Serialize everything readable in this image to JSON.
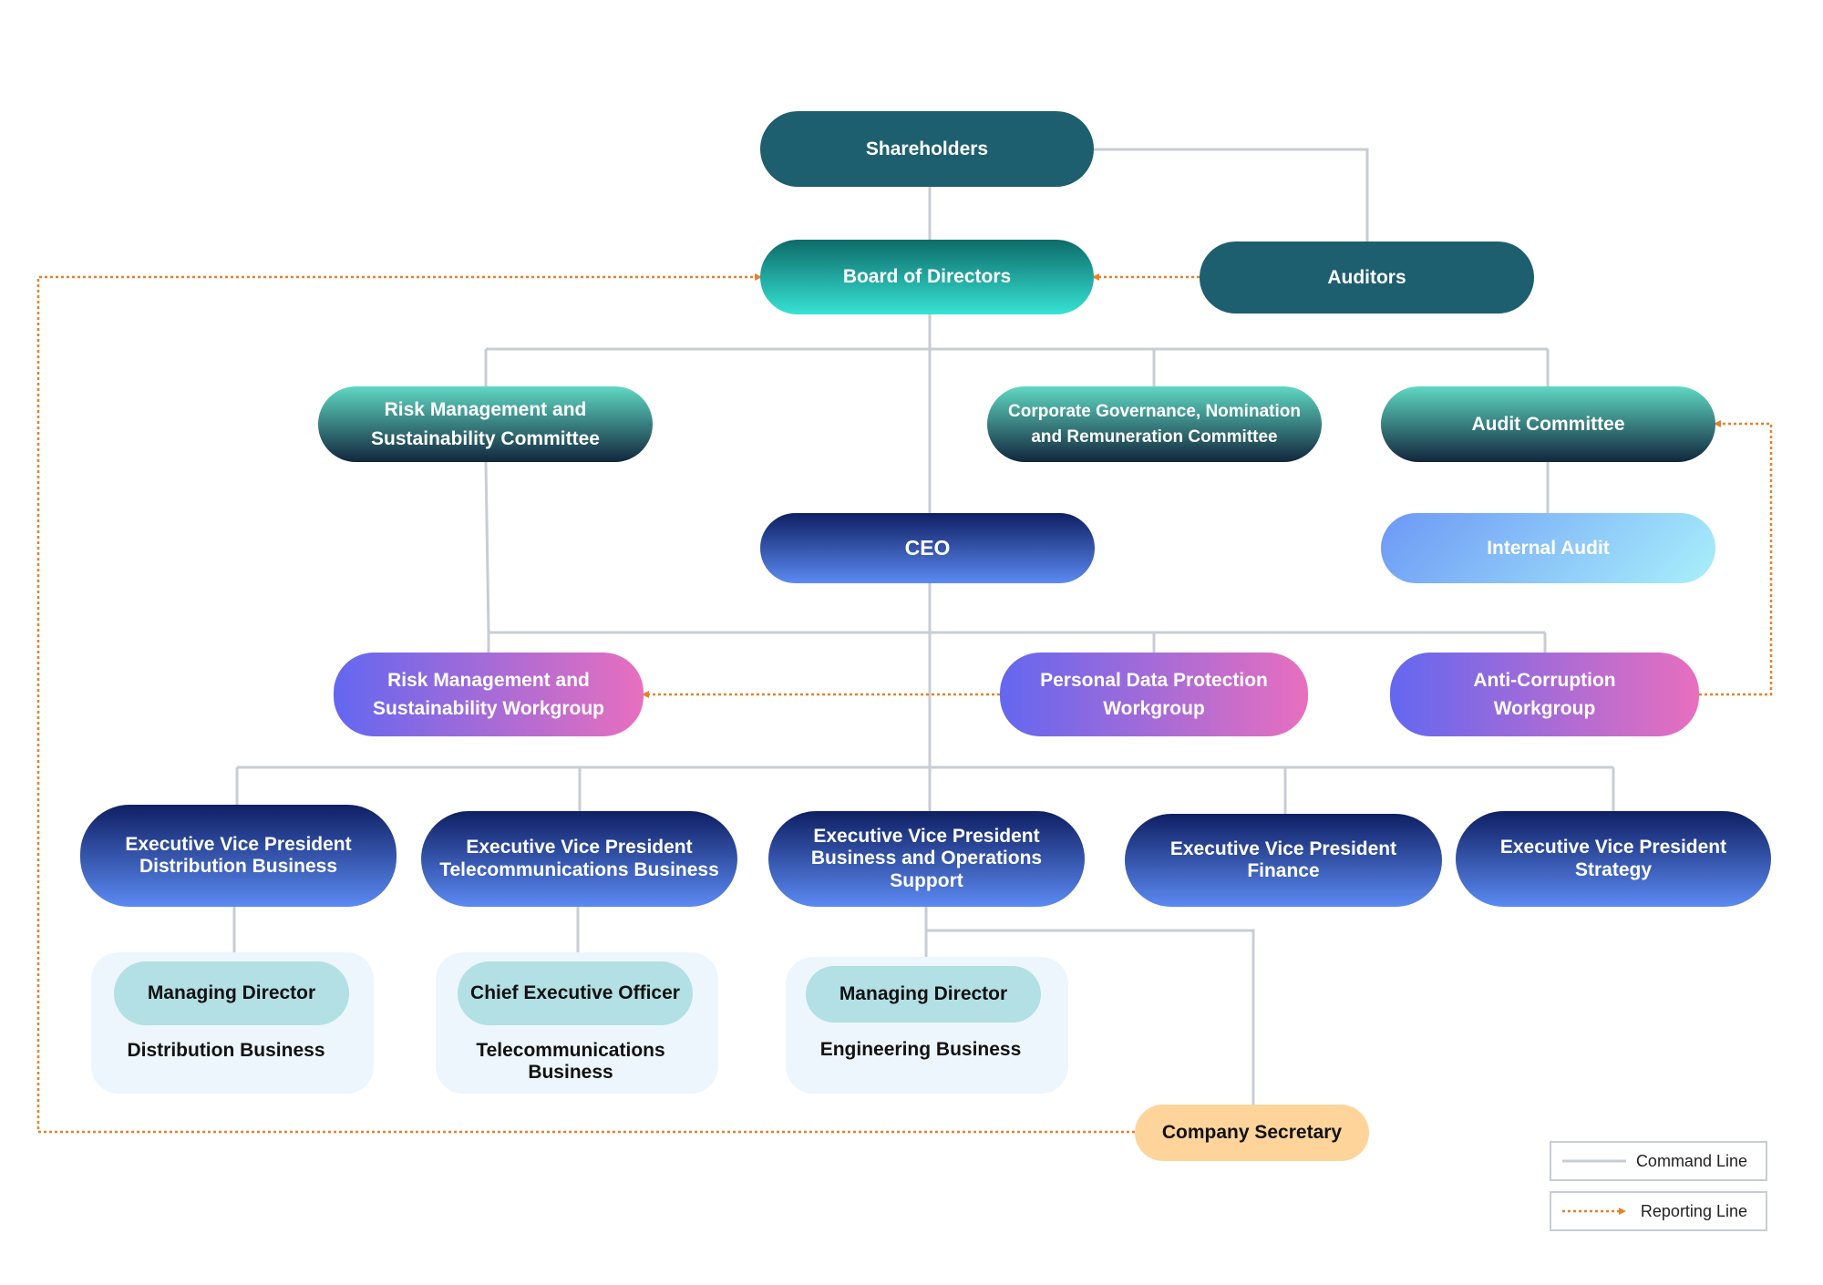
{
  "colors": {
    "command_line": "#c8ccd4",
    "reporting_line": "#e8802b"
  },
  "nodes": {
    "shareholders": "Shareholders",
    "board": "Board of Directors",
    "auditors": "Auditors",
    "risk_committee": "Risk Management and\nSustainability Committee",
    "governance_committee": "Corporate Governance, Nomination\nand Remuneration Committee",
    "audit_committee": "Audit Committee",
    "ceo": "CEO",
    "internal_audit": "Internal Audit",
    "risk_workgroup": "Risk Management and\nSustainability Workgroup",
    "pdp_workgroup": "Personal Data Protection\nWorkgroup",
    "anticorruption_workgroup": "Anti-Corruption\nWorkgroup",
    "evp_distribution": "Executive Vice President\nDistribution Business",
    "evp_telecom": "Executive Vice President\nTelecommunications Business",
    "evp_operations": "Executive Vice President\nBusiness and Operations Support",
    "evp_finance": "Executive Vice President\nFinance",
    "evp_strategy": "Executive Vice President\nStrategy",
    "company_secretary": "Company Secretary"
  },
  "subsidiaries": {
    "distribution": {
      "role": "Managing Director",
      "business": "Distribution Business"
    },
    "telecom": {
      "role": "Chief Executive Officer",
      "business": "Telecommunications\nBusiness"
    },
    "engineering": {
      "role": "Managing Director",
      "business": "Engineering Business"
    }
  },
  "legend": {
    "command": "Command Line",
    "reporting": "Reporting Line"
  }
}
